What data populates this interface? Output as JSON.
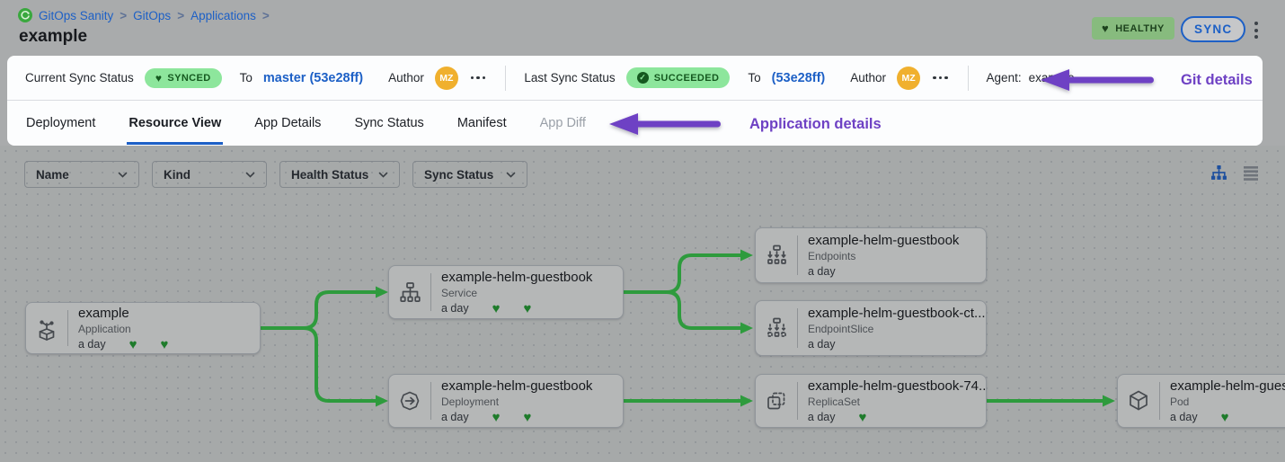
{
  "breadcrumb": {
    "items": [
      "GitOps Sanity",
      "GitOps",
      "Applications"
    ],
    "logo_icon": "gitops-logo-icon"
  },
  "page": {
    "title": "example"
  },
  "header": {
    "health_badge": "HEALTHY",
    "sync_button": "SYNC",
    "menu_icon": "kebab-menu-icon"
  },
  "sync_bar": {
    "current_label": "Current Sync Status",
    "current_badge": "SYNCED",
    "to_label_1": "To",
    "current_ref": "master (53e28ff)",
    "author_label_1": "Author",
    "author_initials_1": "MZ",
    "last_label": "Last Sync Status",
    "last_badge": "SUCCEEDED",
    "to_label_2": "To",
    "last_ref": "(53e28ff)",
    "author_label_2": "Author",
    "author_initials_2": "MZ",
    "agent_label": "Agent:",
    "agent_value": "example"
  },
  "annotations": {
    "git_details": "Git details",
    "application_details": "Application details"
  },
  "tabs": {
    "items": [
      "Deployment",
      "Resource View",
      "App Details",
      "Sync Status",
      "Manifest",
      "App Diff"
    ],
    "active": "Resource View",
    "disabled": "App Diff"
  },
  "filters": {
    "items": [
      "Name",
      "Kind",
      "Health Status",
      "Sync Status"
    ]
  },
  "view_toggles": {
    "tree_icon": "tree-view-icon",
    "list_icon": "list-view-icon",
    "active": "tree"
  },
  "tree": {
    "nodes": [
      {
        "title": "example",
        "kind": "Application",
        "age": "a day",
        "hearts": 2,
        "icon": "application-icon"
      },
      {
        "title": "example-helm-guestbook",
        "kind": "Service",
        "age": "a day",
        "hearts": 2,
        "icon": "service-icon"
      },
      {
        "title": "example-helm-guestbook",
        "kind": "Endpoints",
        "age": "a day",
        "hearts": 0,
        "icon": "endpoints-icon"
      },
      {
        "title": "example-helm-guestbook-ct...",
        "kind": "EndpointSlice",
        "age": "a day",
        "hearts": 0,
        "icon": "endpointslice-icon"
      },
      {
        "title": "example-helm-guestbook",
        "kind": "Deployment",
        "age": "a day",
        "hearts": 2,
        "icon": "deployment-icon"
      },
      {
        "title": "example-helm-guestbook-74...",
        "kind": "ReplicaSet",
        "age": "a day",
        "hearts": 1,
        "icon": "replicaset-icon"
      },
      {
        "title": "example-helm-guest",
        "kind": "Pod",
        "age": "a day",
        "hearts": 1,
        "icon": "pod-icon"
      }
    ]
  },
  "colors": {
    "accent_blue": "#1d60c6",
    "purple": "#6e41c4",
    "connector_green": "#2e9b3d",
    "heart_green": "#1e7b2b",
    "badge_green_bg": "#8de69c",
    "badge_green_text": "#15591f",
    "healthy_bg": "#87bb7e",
    "healthy_text": "#1d421d",
    "avatar_orange": "#f0b02e",
    "canvas_gray": "#a6a9a9",
    "card_bg": "#b5b7b7",
    "card_border": "#90959a"
  }
}
